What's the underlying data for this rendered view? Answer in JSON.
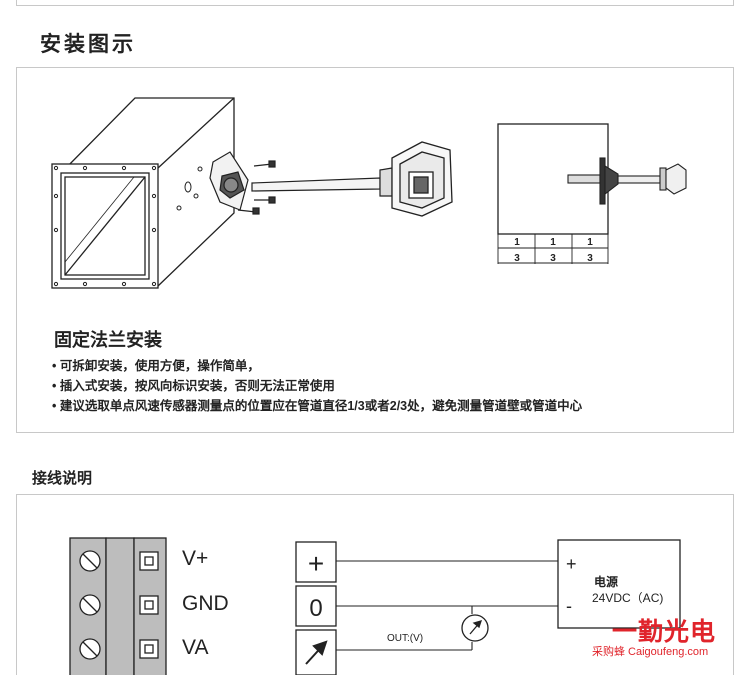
{
  "install": {
    "heading": "安装图示",
    "method_title": "固定法兰安装",
    "bullets": [
      "可拆卸安装，使用方便，操作简单，",
      "插入式安装，按风向标识安装，否则无法正常使用",
      "建议选取单点风速传感器测量点的位置应在管道直径1/3或者2/3处，避免测量管道壁或管道中心"
    ],
    "dimension_top": [
      "1",
      "1",
      "1"
    ],
    "dimension_bottom": [
      "3",
      "3",
      "3"
    ]
  },
  "wiring": {
    "heading": "接线说明",
    "terminal_labels": [
      "V+",
      "GND",
      "VA"
    ],
    "symbols": [
      "+",
      "0"
    ],
    "output_label": "OUT:(V)",
    "power_supply": {
      "plus": "+",
      "minus": "-",
      "title": "电源",
      "voltage": "24VDC（AC)"
    }
  },
  "watermark": {
    "brand": "一勤光电",
    "site": "采购蜂 Caigoufeng.com"
  }
}
